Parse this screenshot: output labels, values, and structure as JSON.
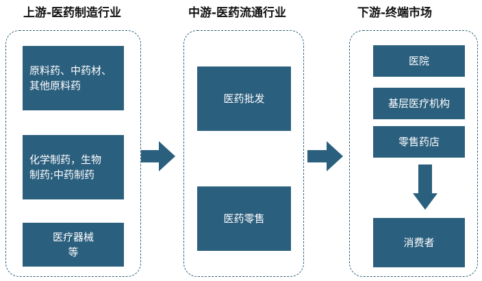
{
  "sections": [
    {
      "title": "上游-医药制造行业",
      "items": [
        "原料药、中药材、\n其他原料药",
        "化学制药，生物\n制药;中药制药",
        "医疗器械\n等"
      ]
    },
    {
      "title": "中游-医药流通行业",
      "items": [
        "医药批发",
        "医药零售"
      ]
    },
    {
      "title": "下游-终端市场",
      "items": [
        "医院",
        "基层医疗机构",
        "零售药店",
        "消费者"
      ]
    }
  ],
  "colors": {
    "box": "#2b5f7e",
    "border": "#2e5f78",
    "arrow": "#2b5f7e"
  }
}
